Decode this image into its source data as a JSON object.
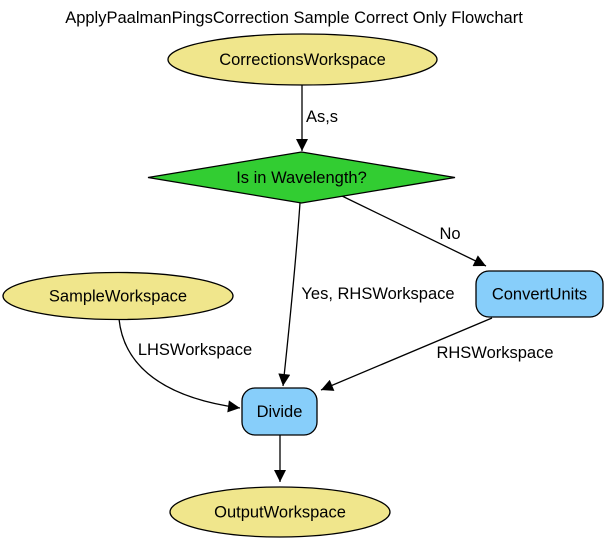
{
  "title": "ApplyPaalmanPingsCorrection Sample Correct Only Flowchart",
  "nodes": {
    "corrections_workspace": {
      "label": "CorrectionsWorkspace",
      "type": "workspace",
      "shape": "ellipse"
    },
    "is_in_wavelength": {
      "label": "Is in Wavelength?",
      "type": "decision",
      "shape": "diamond"
    },
    "convert_units": {
      "label": "ConvertUnits",
      "type": "algorithm",
      "shape": "rounded-rect"
    },
    "sample_workspace": {
      "label": "SampleWorkspace",
      "type": "workspace",
      "shape": "ellipse"
    },
    "divide": {
      "label": "Divide",
      "type": "algorithm",
      "shape": "rounded-rect"
    },
    "output_workspace": {
      "label": "OutputWorkspace",
      "type": "workspace",
      "shape": "ellipse"
    }
  },
  "edges": {
    "corrections_to_decision": {
      "from": "corrections_workspace",
      "to": "is_in_wavelength",
      "label": "As,s"
    },
    "decision_to_convert_units": {
      "from": "is_in_wavelength",
      "to": "convert_units",
      "label": "No"
    },
    "decision_to_divide": {
      "from": "is_in_wavelength",
      "to": "divide",
      "label": "Yes, RHSWorkspace"
    },
    "sample_to_divide": {
      "from": "sample_workspace",
      "to": "divide",
      "label": "LHSWorkspace"
    },
    "convert_units_to_divide": {
      "from": "convert_units",
      "to": "divide",
      "label": "RHSWorkspace"
    },
    "divide_to_output": {
      "from": "divide",
      "to": "output_workspace",
      "label": ""
    }
  },
  "colors": {
    "workspace_fill": "#F0E68C",
    "decision_fill": "#32CD32",
    "algorithm_fill": "#87CEFA",
    "stroke": "#000000",
    "background": "#FFFFFF"
  }
}
